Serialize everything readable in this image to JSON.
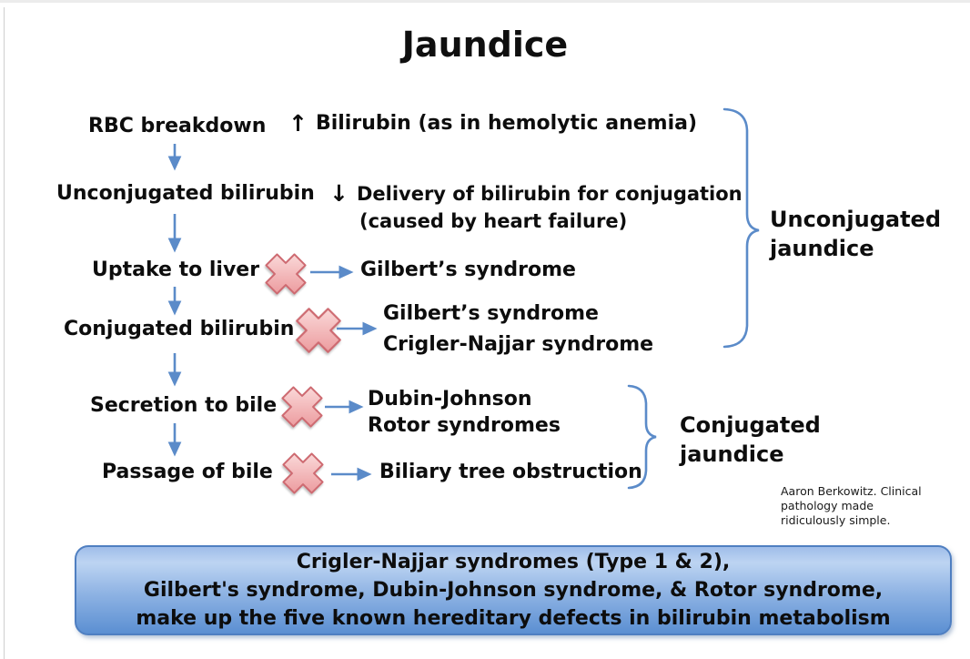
{
  "title": "Jaundice",
  "steps": [
    {
      "label": "RBC breakdown",
      "icon": "↑",
      "note": "Bilirubin (as in hemolytic anemia)"
    },
    {
      "label": "Unconjugated bilirubin",
      "icon": "↓",
      "note": "Delivery of bilirubin for conjugation",
      "note2": "(caused by heart failure)"
    },
    {
      "label": "Uptake to liver",
      "result": "Gilbert’s syndrome"
    },
    {
      "label": "Conjugated bilirubin",
      "result1": "Gilbert’s syndrome",
      "result2": "Crigler-Najjar syndrome"
    },
    {
      "label": "Secretion to bile",
      "result1": "Dubin-Johnson",
      "result2": "Rotor syndromes"
    },
    {
      "label": "Passage of bile",
      "result": "Biliary tree obstruction"
    }
  ],
  "brackets": {
    "unconjugated": {
      "line1": "Unconjugated",
      "line2": "jaundice"
    },
    "conjugated": {
      "line1": "Conjugated",
      "line2": "jaundice"
    }
  },
  "citation": {
    "text": "Aaron Berkowitz. Clinical pathology made ridiculously simple."
  },
  "footer": {
    "lines": [
      "Crigler-Najjar syndromes (Type 1 & 2),",
      "Gilbert's syndrome, Dubin-Johnson syndrome, & Rotor syndrome,",
      "make up the five known hereditary defects in bilirubin metabolism"
    ]
  },
  "colors": {
    "arrow_blue": "#5b8bc9",
    "cross_fill_top": "#fad9d9",
    "cross_fill_bottom": "#ec9b9e",
    "cross_border": "#ce6a71",
    "footer_border": "#4f7fc1",
    "footer_gradient_top": "#bdd4f2",
    "footer_gradient_bottom": "#5b8fd2"
  }
}
